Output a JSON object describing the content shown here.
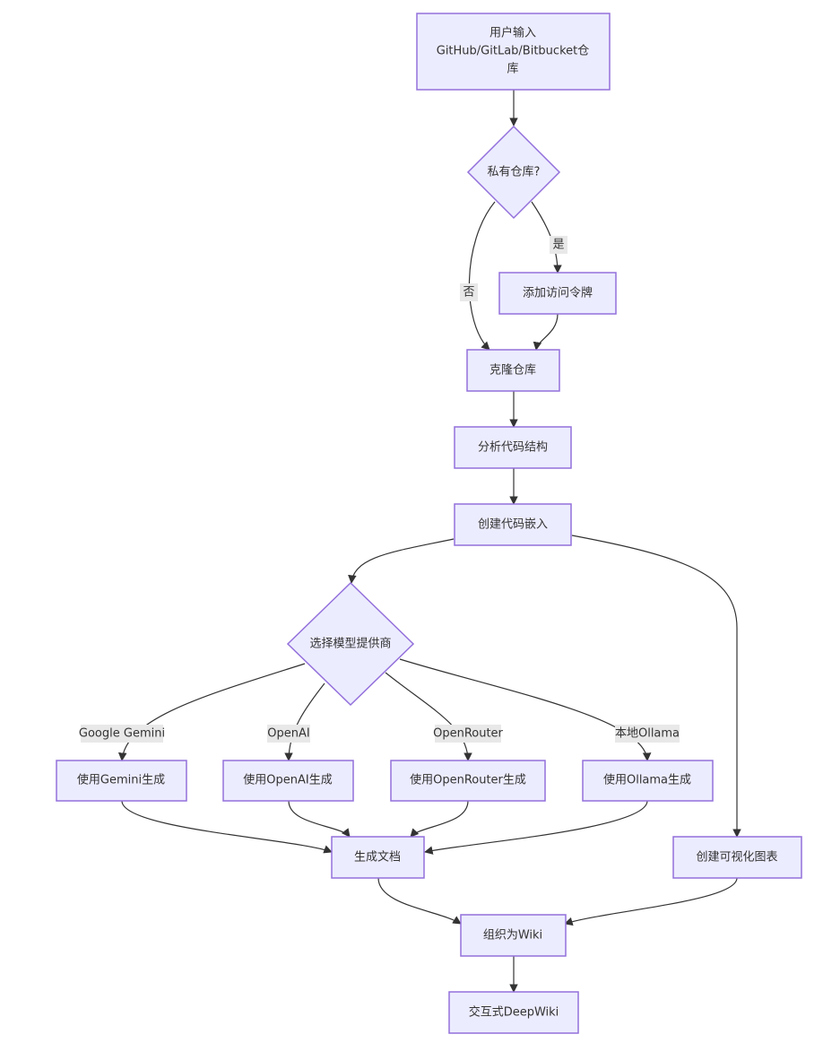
{
  "nodes": {
    "input": "用户输入",
    "input_l2": "GitHub/GitLab/Bitbucket仓",
    "input_l3": "库",
    "private": "私有仓库?",
    "token": "添加访问令牌",
    "clone": "克隆仓库",
    "analyze": "分析代码结构",
    "embed": "创建代码嵌入",
    "choose": "选择模型提供商",
    "gemini": "使用Gemini生成",
    "openai": "使用OpenAI生成",
    "openrouter": "使用OpenRouter生成",
    "ollama": "使用Ollama生成",
    "docs": "生成文档",
    "viz": "创建可视化图表",
    "wiki": "组织为Wiki",
    "deepwiki": "交互式DeepWiki"
  },
  "edge_labels": {
    "yes": "是",
    "no": "否",
    "google_gemini": "Google Gemini",
    "openai": "OpenAI",
    "openrouter": "OpenRouter",
    "ollama": "本地Ollama"
  },
  "colors": {
    "node_fill": "#ececff",
    "node_stroke": "#9370db",
    "edge": "#333333",
    "label_bg": "#e8e8e8"
  }
}
